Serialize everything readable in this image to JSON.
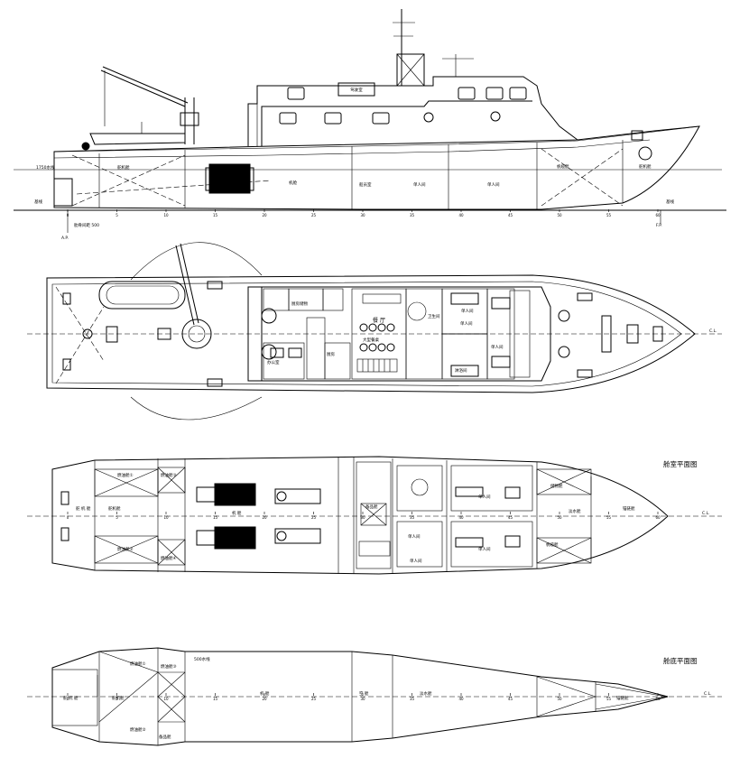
{
  "profile": {
    "wheelhouse_label": "驾驶室",
    "engine_room": "机舱",
    "crew_room": "船员室",
    "cabin_a": "单人间",
    "cabin_b": "单人间",
    "tiller": "舵机舱",
    "rudder_room": "舵机舱",
    "bosun_store": "帆缆舱",
    "keel_left": "基线",
    "keel_right": "基线",
    "ap_label": "A.P.",
    "fp_label": "F.P.",
    "frame_spacing": "肋骨间距 500",
    "waterline": "1750水线"
  },
  "main_deck": {
    "mess": "餐 厅",
    "galley": "厨房",
    "galley_store": "厨房储物",
    "dining_tables": "大型餐桌",
    "office": "办公室",
    "toilet": "卫生间",
    "cabin1": "单人间",
    "cabin2": "单人间",
    "cabin3": "单人间",
    "washroom": "淋浴间",
    "cl": "C.L."
  },
  "lower_deck": {
    "title": "舱室平面图",
    "engine": "机 舱",
    "cabin1": "单人间",
    "cabin2": "单人间",
    "cabin3": "单人间",
    "cabin4": "单人间",
    "tank1": "燃油舱①",
    "tank2": "燃油舱②",
    "tank3": "燃油舱③",
    "tank4": "燃油舱④",
    "store1": "备品舱",
    "store2": "储物舱",
    "chain": "锚链舱",
    "fresh_water": "淡水舱",
    "bosun": "帆缆舱",
    "steering": "舵机舱",
    "rudder": "舵 机 舱",
    "cl": "C.L."
  },
  "hold": {
    "title": "舱底平面图",
    "steering": "舵机舱",
    "rudder": "舵 机 舱",
    "engine": "机 舱",
    "fuel1": "燃油舱①",
    "fuel2": "燃油舱②",
    "fuel3": "燃油舱③",
    "store": "备品舱",
    "empty": "空 舱",
    "water": "淡水舱",
    "chain": "锚链舱",
    "sounding": "500水线",
    "cl": "C.L."
  },
  "frames": [
    "0",
    "5",
    "10",
    "15",
    "20",
    "25",
    "30",
    "35",
    "40",
    "45",
    "50",
    "55",
    "60"
  ]
}
